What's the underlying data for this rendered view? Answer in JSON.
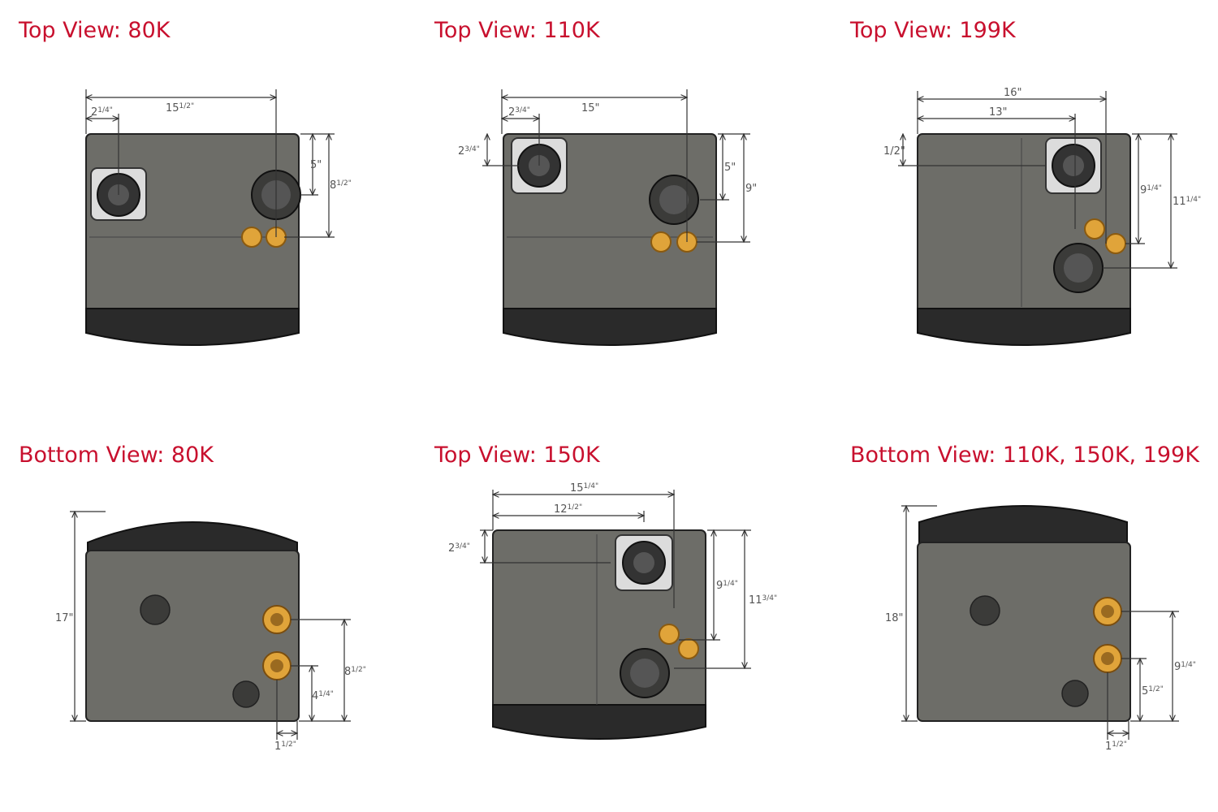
{
  "colors": {
    "title": "#c8102e",
    "body": "#6d6d68",
    "body_dark": "#3b3b39",
    "base": "#2a2a2a",
    "brass": "#e0a43a",
    "dim_line": "#333333"
  },
  "panels": [
    {
      "title": "Top View: 80K",
      "dims": {
        "a": "2",
        "a_frac": "1/4\"",
        "b": "15",
        "b_frac": "1/2\"",
        "c": "5\"",
        "d": "8",
        "d_frac": "1/2\""
      }
    },
    {
      "title": "Top View: 110K",
      "dims": {
        "a": "2",
        "a_frac": "3/4\"",
        "b": "15\"",
        "c": "2",
        "c_frac": "3/4\"",
        "d": "5\"",
        "e": "9\""
      }
    },
    {
      "title": "Top View: 199K",
      "dims": {
        "a": "16\"",
        "b": "13\"",
        "c": "1/2\"",
        "d": "9",
        "d_frac": "1/4\"",
        "e": "11",
        "e_frac": "1/4\""
      }
    },
    {
      "title": "Bottom View: 80K",
      "dims": {
        "a": "17\"",
        "b": "8",
        "b_frac": "1/2\"",
        "c": "4",
        "c_frac": "1/4\"",
        "d": "1",
        "d_frac": "1/2\""
      }
    },
    {
      "title": "Top View: 150K",
      "dims": {
        "a": "15",
        "a_frac": "1/4\"",
        "b": "12",
        "b_frac": "1/2\"",
        "c": "2",
        "c_frac": "3/4\"",
        "d": "9",
        "d_frac": "1/4\"",
        "e": "11",
        "e_frac": "3/4\""
      }
    },
    {
      "title": "Bottom View: 110K, 150K, 199K",
      "dims": {
        "a": "18\"",
        "b": "9",
        "b_frac": "1/4\"",
        "c": "5",
        "c_frac": "1/2\"",
        "d": "1",
        "d_frac": "1/2\""
      }
    }
  ]
}
